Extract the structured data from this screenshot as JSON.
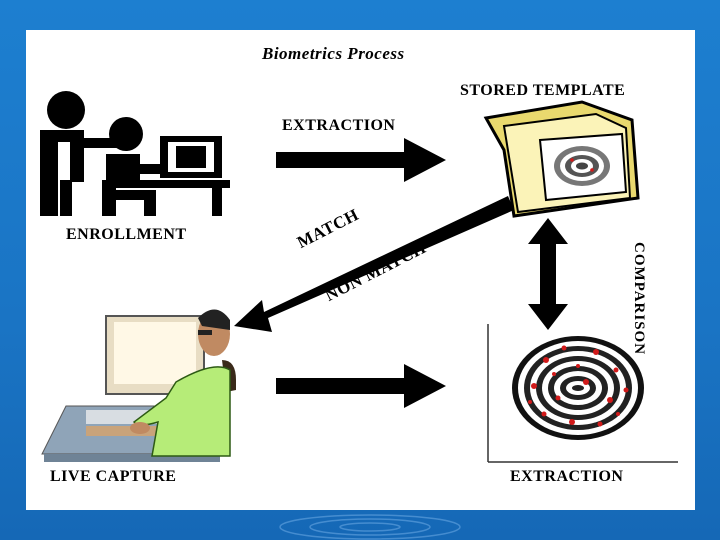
{
  "diagram": {
    "title": "Biometrics Process",
    "labels": {
      "stored_template": "STORED TEMPLATE",
      "extraction_top": "EXTRACTION",
      "enrollment": "ENROLLMENT",
      "comparison": "COMPARISON",
      "match": "MATCH",
      "non_match": "NON MATCH",
      "live_capture": "LIVE CAPTURE",
      "extraction_bottom": "EXTRACTION"
    }
  },
  "colors": {
    "background": "#1a74c4",
    "slide": "#ffffff",
    "arrow": "#000000",
    "folder": "#f3e79a",
    "shirt": "#b8f07a",
    "minutiae": "#d11a1a"
  }
}
